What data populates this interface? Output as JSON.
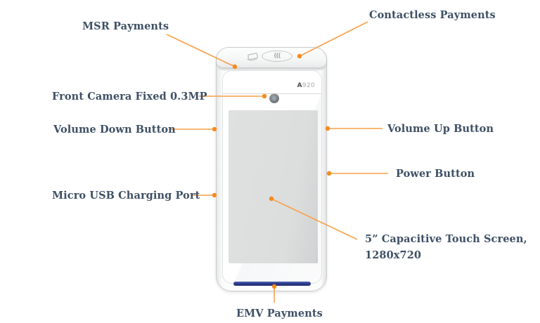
{
  "diagram": {
    "title_implicit": "Payment terminal feature callouts",
    "device": {
      "model_prefix": "A",
      "model_number": "920",
      "contactless_waves": "((("
    },
    "labels": {
      "msr": "MSR Payments",
      "contactless": "Contactless Payments",
      "camera": "Front Camera Fixed 0.3MP",
      "volume_down": "Volume Down Button",
      "volume_up": "Volume Up Button",
      "power": "Power Button",
      "usb": "Micro USB Charging Port",
      "screen_line1": "5” Capacitive Touch Screen,",
      "screen_line2": "1280x720",
      "emv": "EMV Payments"
    },
    "colors": {
      "accent_orange_line": "#F9A149",
      "accent_orange_dot": "#F68B1F",
      "label_text": "#3E5065",
      "emv_slot_blue": "#2B3A8C",
      "background": "#FFFFFF"
    }
  }
}
